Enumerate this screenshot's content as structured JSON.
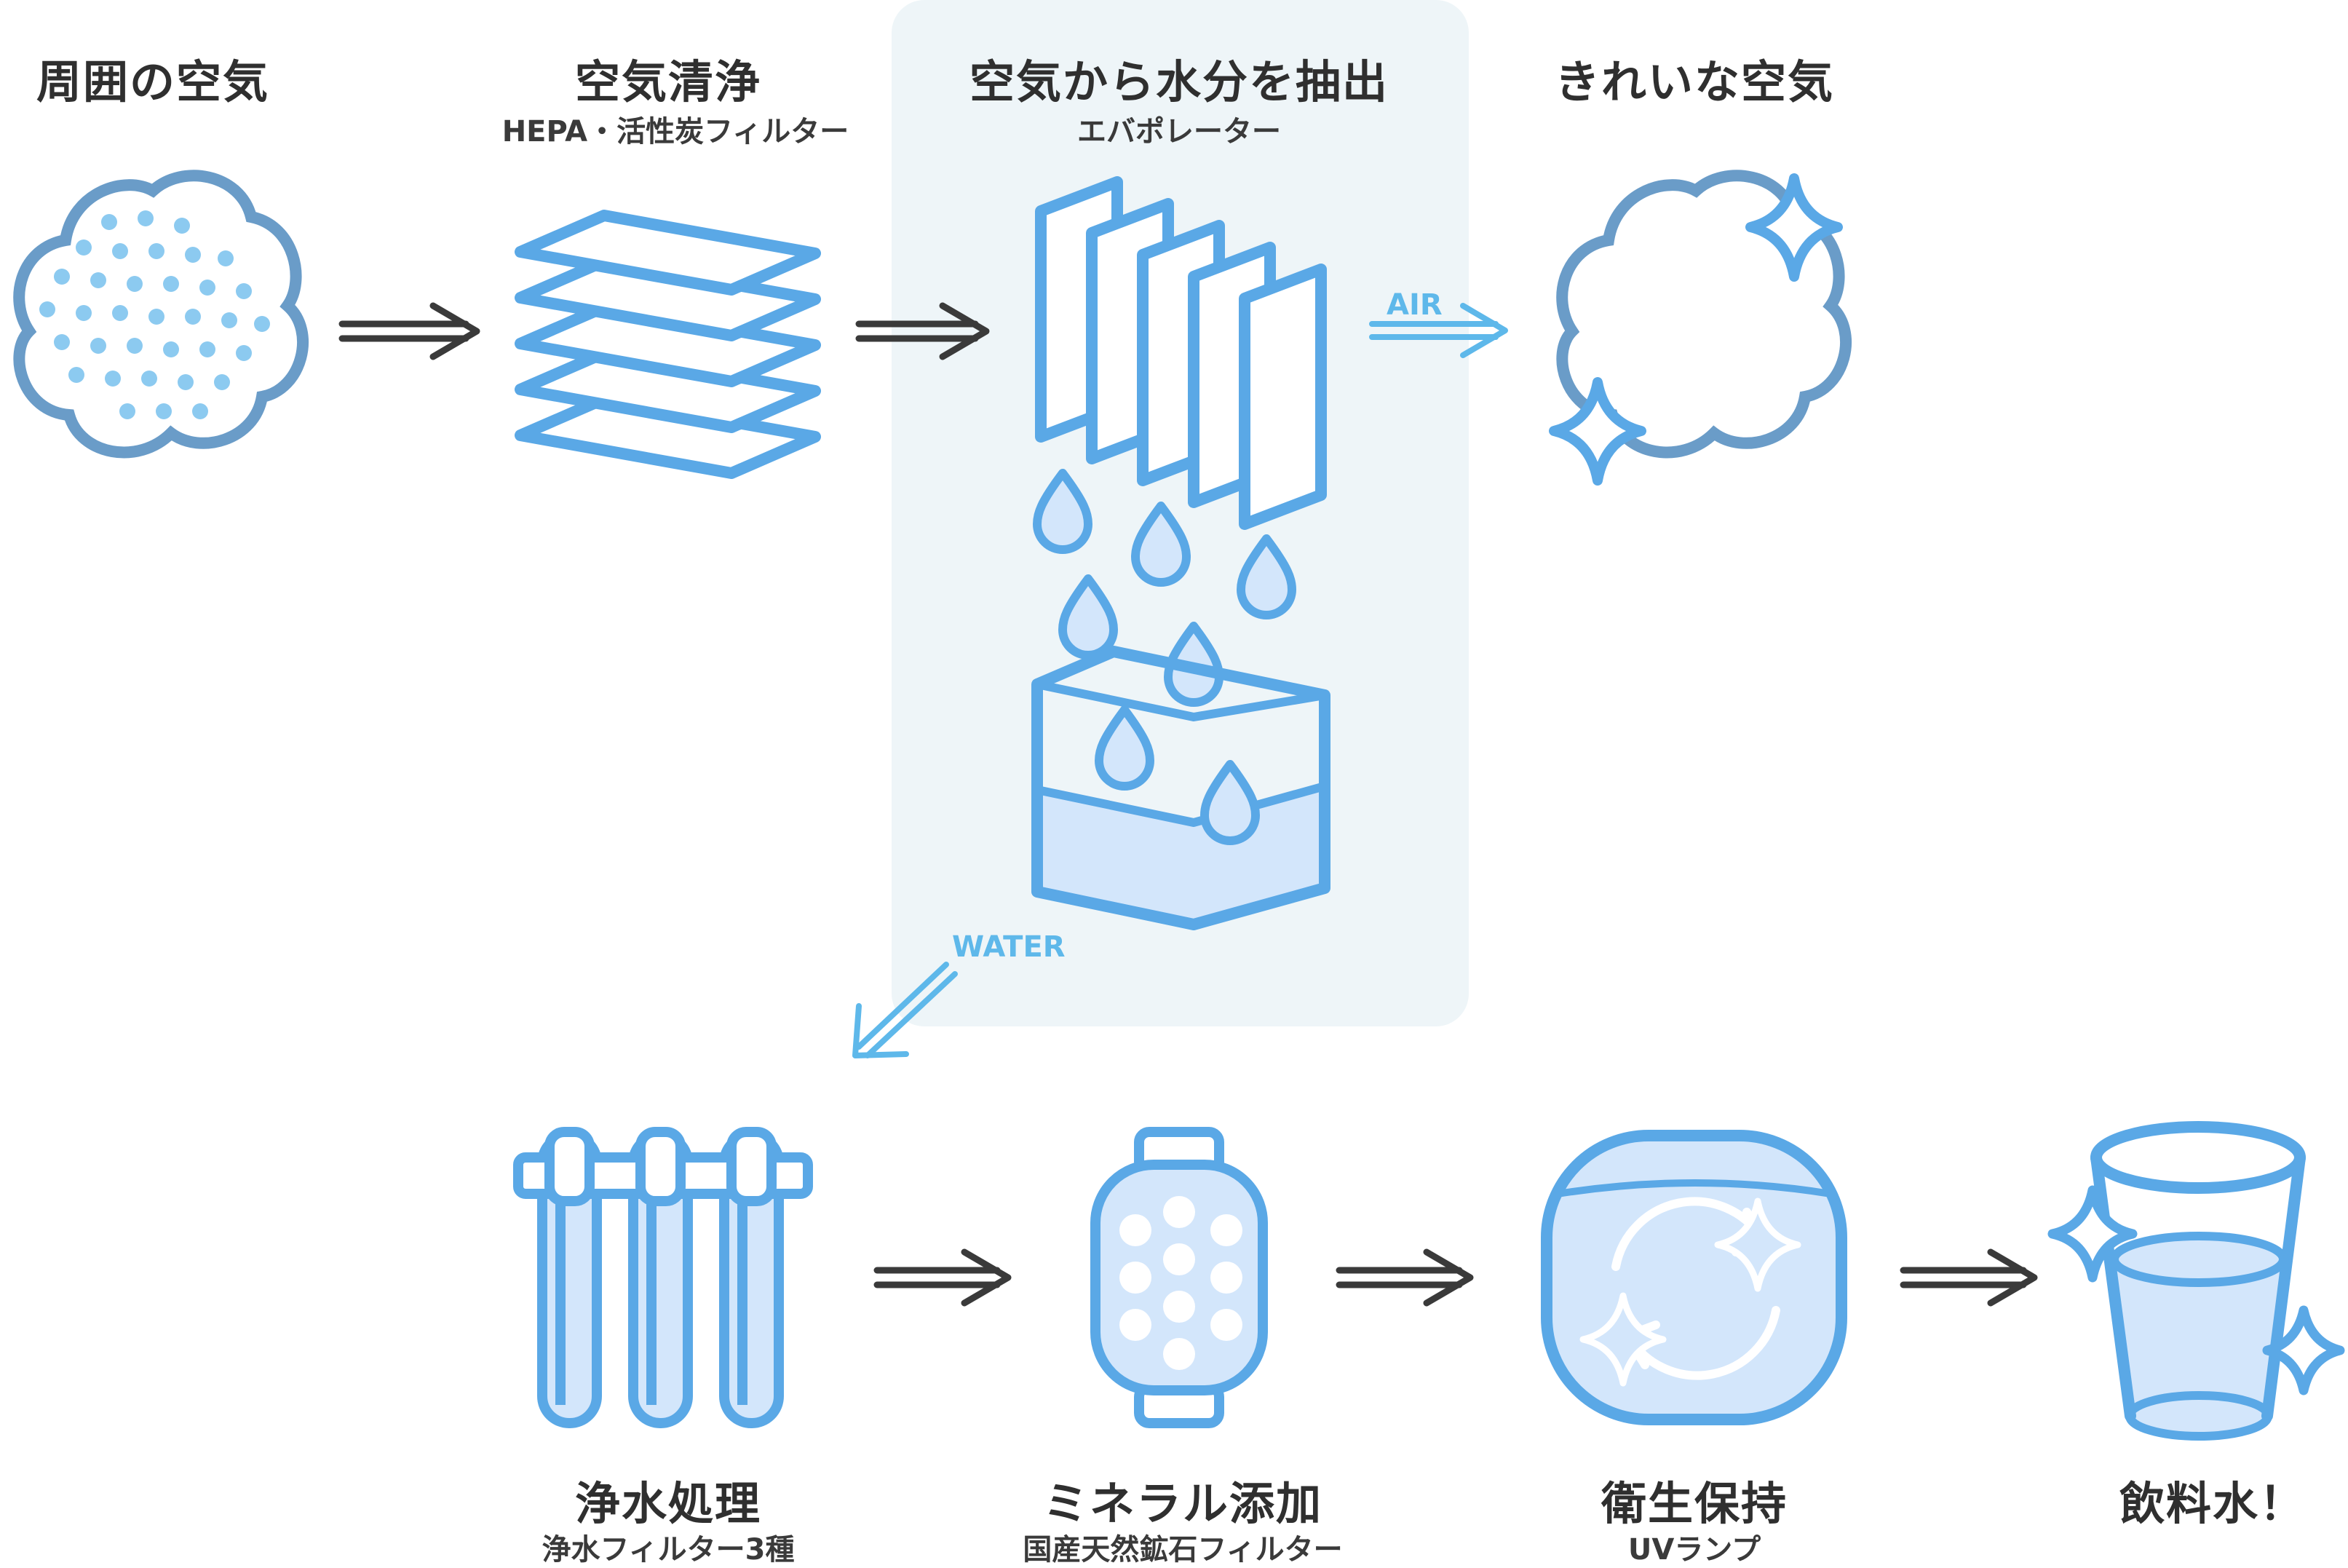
{
  "steps": {
    "ambient_air": {
      "title": "周囲の空気"
    },
    "air_purify": {
      "title": "空気清浄",
      "sub": "HEPA・活性炭フィルター"
    },
    "extract": {
      "title": "空気から水分を抽出",
      "sub": "エバポレーター"
    },
    "clean_air": {
      "title": "きれいな空気"
    },
    "water_purify": {
      "title": "浄水処理",
      "sub": "浄水フィルター3種"
    },
    "mineral": {
      "title": "ミネラル添加",
      "sub": "国産天然鉱石フィルター"
    },
    "hygiene": {
      "title": "衛生保持",
      "sub": "UVランプ"
    },
    "drinking": {
      "title": "飲料水！"
    }
  },
  "flow_labels": {
    "air": "AIR",
    "water": "WATER"
  },
  "colors": {
    "outline": "#5aa8e6",
    "outline_grey": "#6a9cc8",
    "fill_light": "#d3e6fb",
    "dot": "#8ccaf0",
    "panel": "#eef5f8",
    "arrow": "#3a3a3a"
  },
  "icons": [
    "cloud-dots-icon",
    "filter-stack-icon",
    "evaporator-plates-icon",
    "water-tank-icon",
    "clean-cloud-icon",
    "filter-tubes-icon",
    "mineral-cartridge-icon",
    "uv-lamp-icon",
    "cup-icon"
  ]
}
